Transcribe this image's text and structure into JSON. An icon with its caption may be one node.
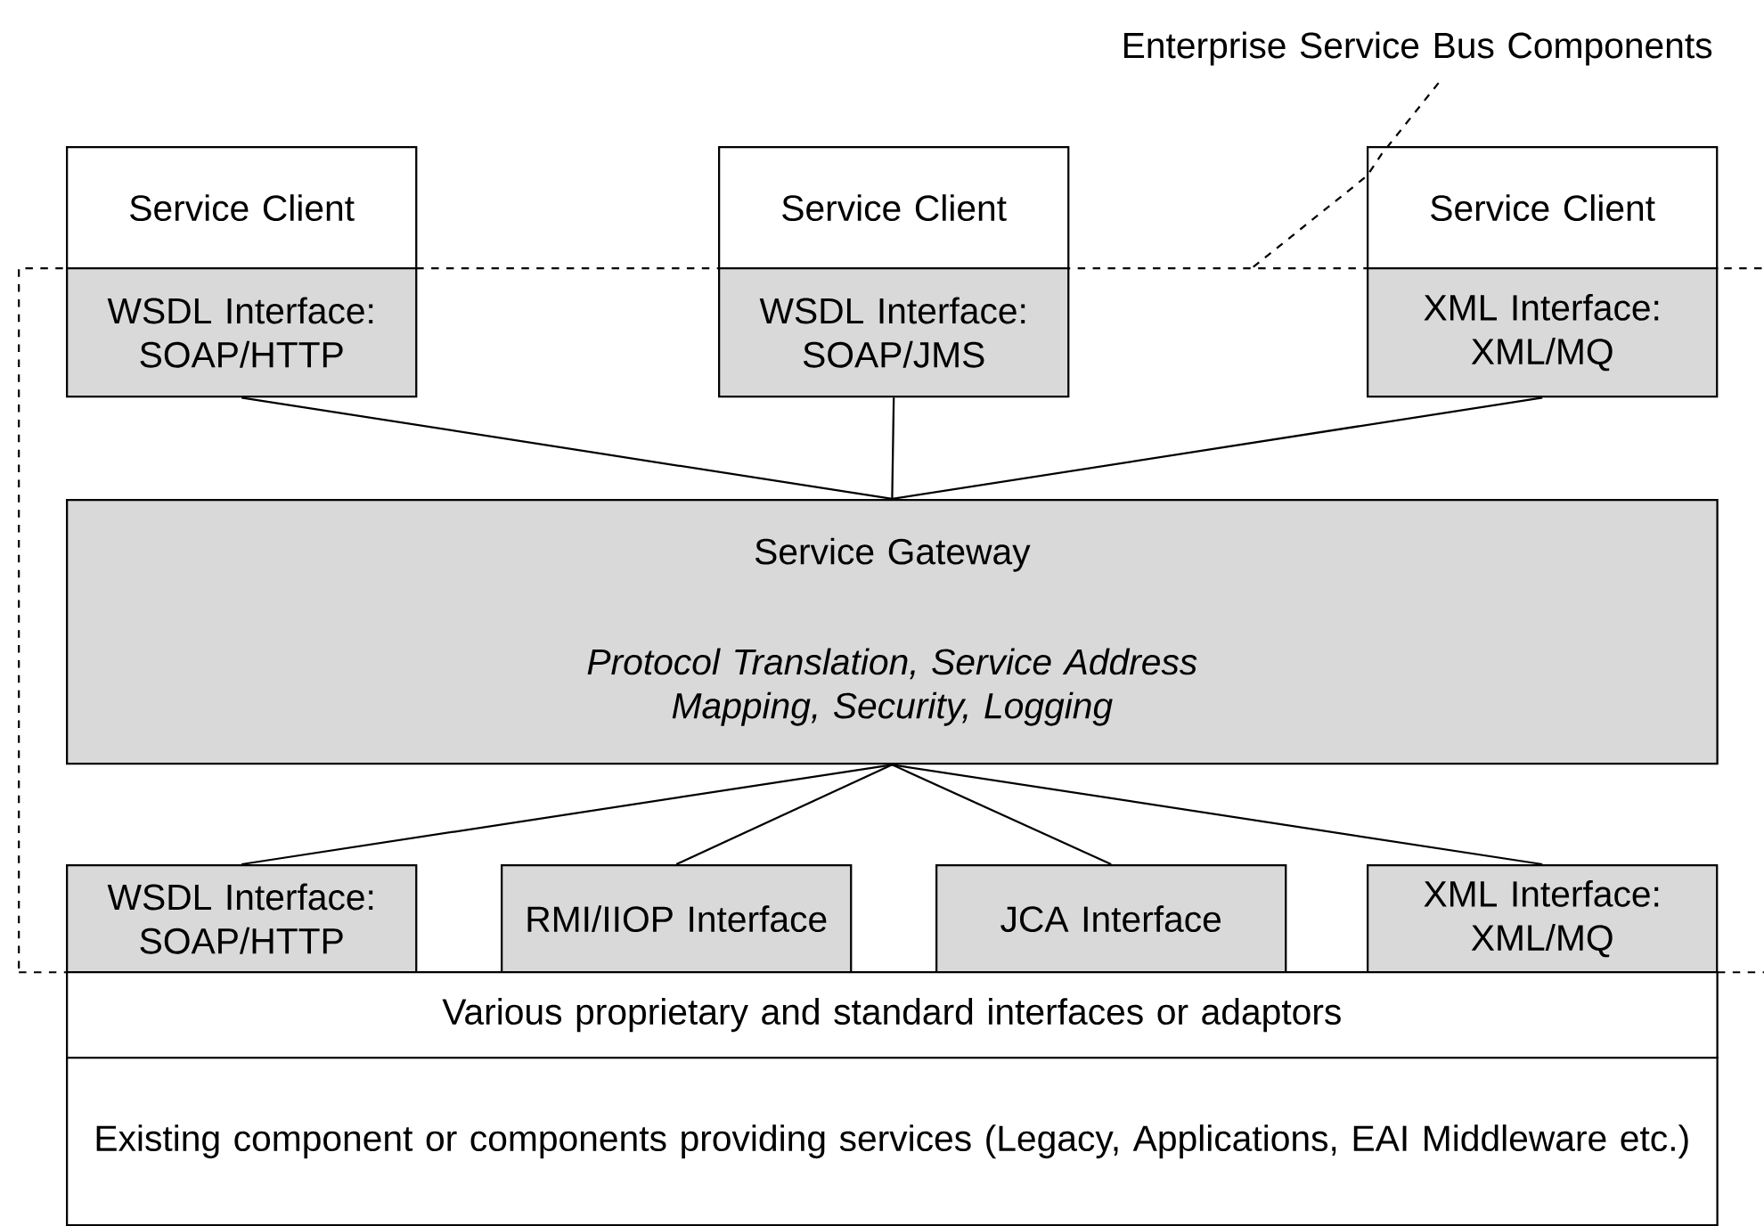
{
  "diagram": {
    "nodes": [
      {
        "text": [
          "Enterprise Service Bus Components"
        ]
      },
      {
        "text": [],
        "shape": "box"
      },
      {
        "text": [
          "Service Client"
        ]
      },
      {
        "text": [
          "WSDL Interface: SOAP/HTTP"
        ],
        "in": 1
      },
      {
        "text": [
          "Service Client"
        ]
      },
      {
        "text": [
          "WSDL Interface: SOAP/JMS"
        ],
        "in": 1
      },
      {
        "text": [
          "Service Client"
        ]
      },
      {
        "text": [
          "XML Interface: XML/MQ"
        ],
        "in": 1
      },
      {
        "text": [
          "Service Gateway",
          "Protocol Translation, Service Address Mapping, Security, Logging"
        ],
        "in": 1
      },
      {
        "text": [
          "WSDL Interface: SOAP/HTTP"
        ],
        "in": 1
      },
      {
        "text": [
          "RMI/IIOP Interface"
        ],
        "in": 1
      },
      {
        "text": [
          "JCA Interface"
        ],
        "in": 1
      },
      {
        "text": [
          "XML Interface: XML/MQ"
        ],
        "in": 1
      },
      {
        "text": [
          "Various proprietary and standard interfaces or adaptors"
        ]
      },
      {
        "text": [
          "Existing component or components providing services (Legacy, Applications, EAI Middleware etc.)"
        ]
      }
    ],
    "edges": [
      {
        "from": 0,
        "to": 1,
        "arrow": "none",
        "style": "dashed"
      },
      {
        "from": 3,
        "to": 8,
        "arrow": "none"
      },
      {
        "from": 5,
        "to": 8,
        "arrow": "none"
      },
      {
        "from": 7,
        "to": 8,
        "arrow": "none"
      },
      {
        "from": 8,
        "to": 9,
        "arrow": "none"
      },
      {
        "from": 8,
        "to": 10,
        "arrow": "none"
      },
      {
        "from": 8,
        "to": 11,
        "arrow": "none"
      },
      {
        "from": 8,
        "to": 12,
        "arrow": "none"
      }
    ]
  }
}
